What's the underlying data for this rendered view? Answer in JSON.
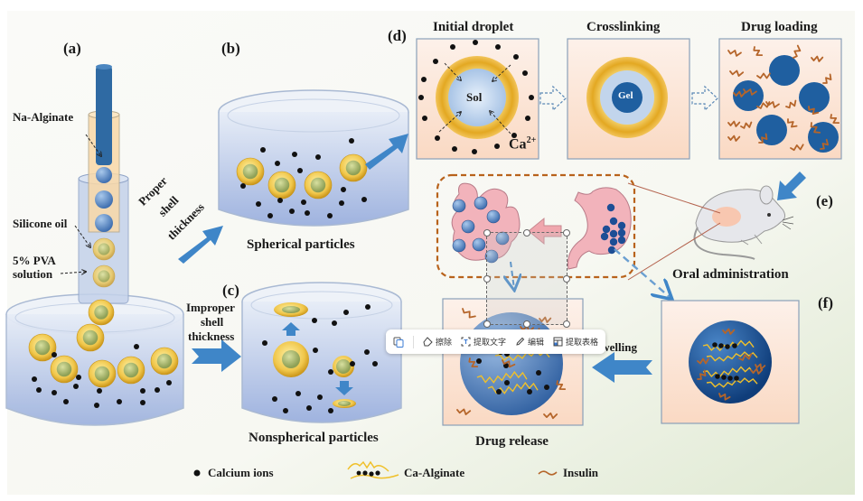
{
  "figure": {
    "panels": {
      "a": "(a)",
      "b": "(b)",
      "c": "(c)",
      "d": "(d)",
      "e": "(e)",
      "f": "(f)"
    },
    "labels": {
      "na_alginate": "Na-Alginate",
      "silicone_oil": "Silicone oil",
      "pva_line1": "5% PVA",
      "pva_line2": "solution",
      "proper_line1": "Proper",
      "proper_line2": "shell",
      "proper_line3": "thickness",
      "improper_line1": "Improper",
      "improper_line2": "shell",
      "improper_line3": "thickness",
      "spherical": "Spherical  particles",
      "nonspherical": "Nonspherical  particles",
      "initial_droplet": "Initial  droplet",
      "crosslinking": "Crosslinking",
      "drug_loading": "Drug  loading",
      "sol": "Sol",
      "gel": "Gel",
      "ca": "Ca",
      "ca_sup": "2+",
      "oral_admin": "Oral  administration",
      "swelling": "Swelling",
      "drug_release": "Drug  release"
    },
    "legend": {
      "calcium": "Calcium  ions",
      "ca_alginate": "Ca-Alginate",
      "insulin": "Insulin"
    },
    "colors": {
      "arrow_blue": "#3f86c8",
      "shell_gold": "#e0a82a",
      "core_green": "#a9b96a",
      "gel_blue": "#1f5fa0",
      "insulin_brown": "#b5652a",
      "box_fill": "#fbe3d2",
      "box_border": "#8aa0b8",
      "beaker_liquid": "#b7c7e6",
      "gut_pink": "#f0b6bd",
      "dashed_frame": "#b8621b"
    }
  },
  "toolbar": {
    "items": [
      {
        "icon": "copy-icon",
        "label": ""
      },
      {
        "icon": "eraser-icon",
        "label": "擦除"
      },
      {
        "icon": "extract-text-icon",
        "label": "提取文字"
      },
      {
        "icon": "pencil-icon",
        "label": "编辑"
      },
      {
        "icon": "table-icon",
        "label": "提取表格"
      }
    ]
  }
}
